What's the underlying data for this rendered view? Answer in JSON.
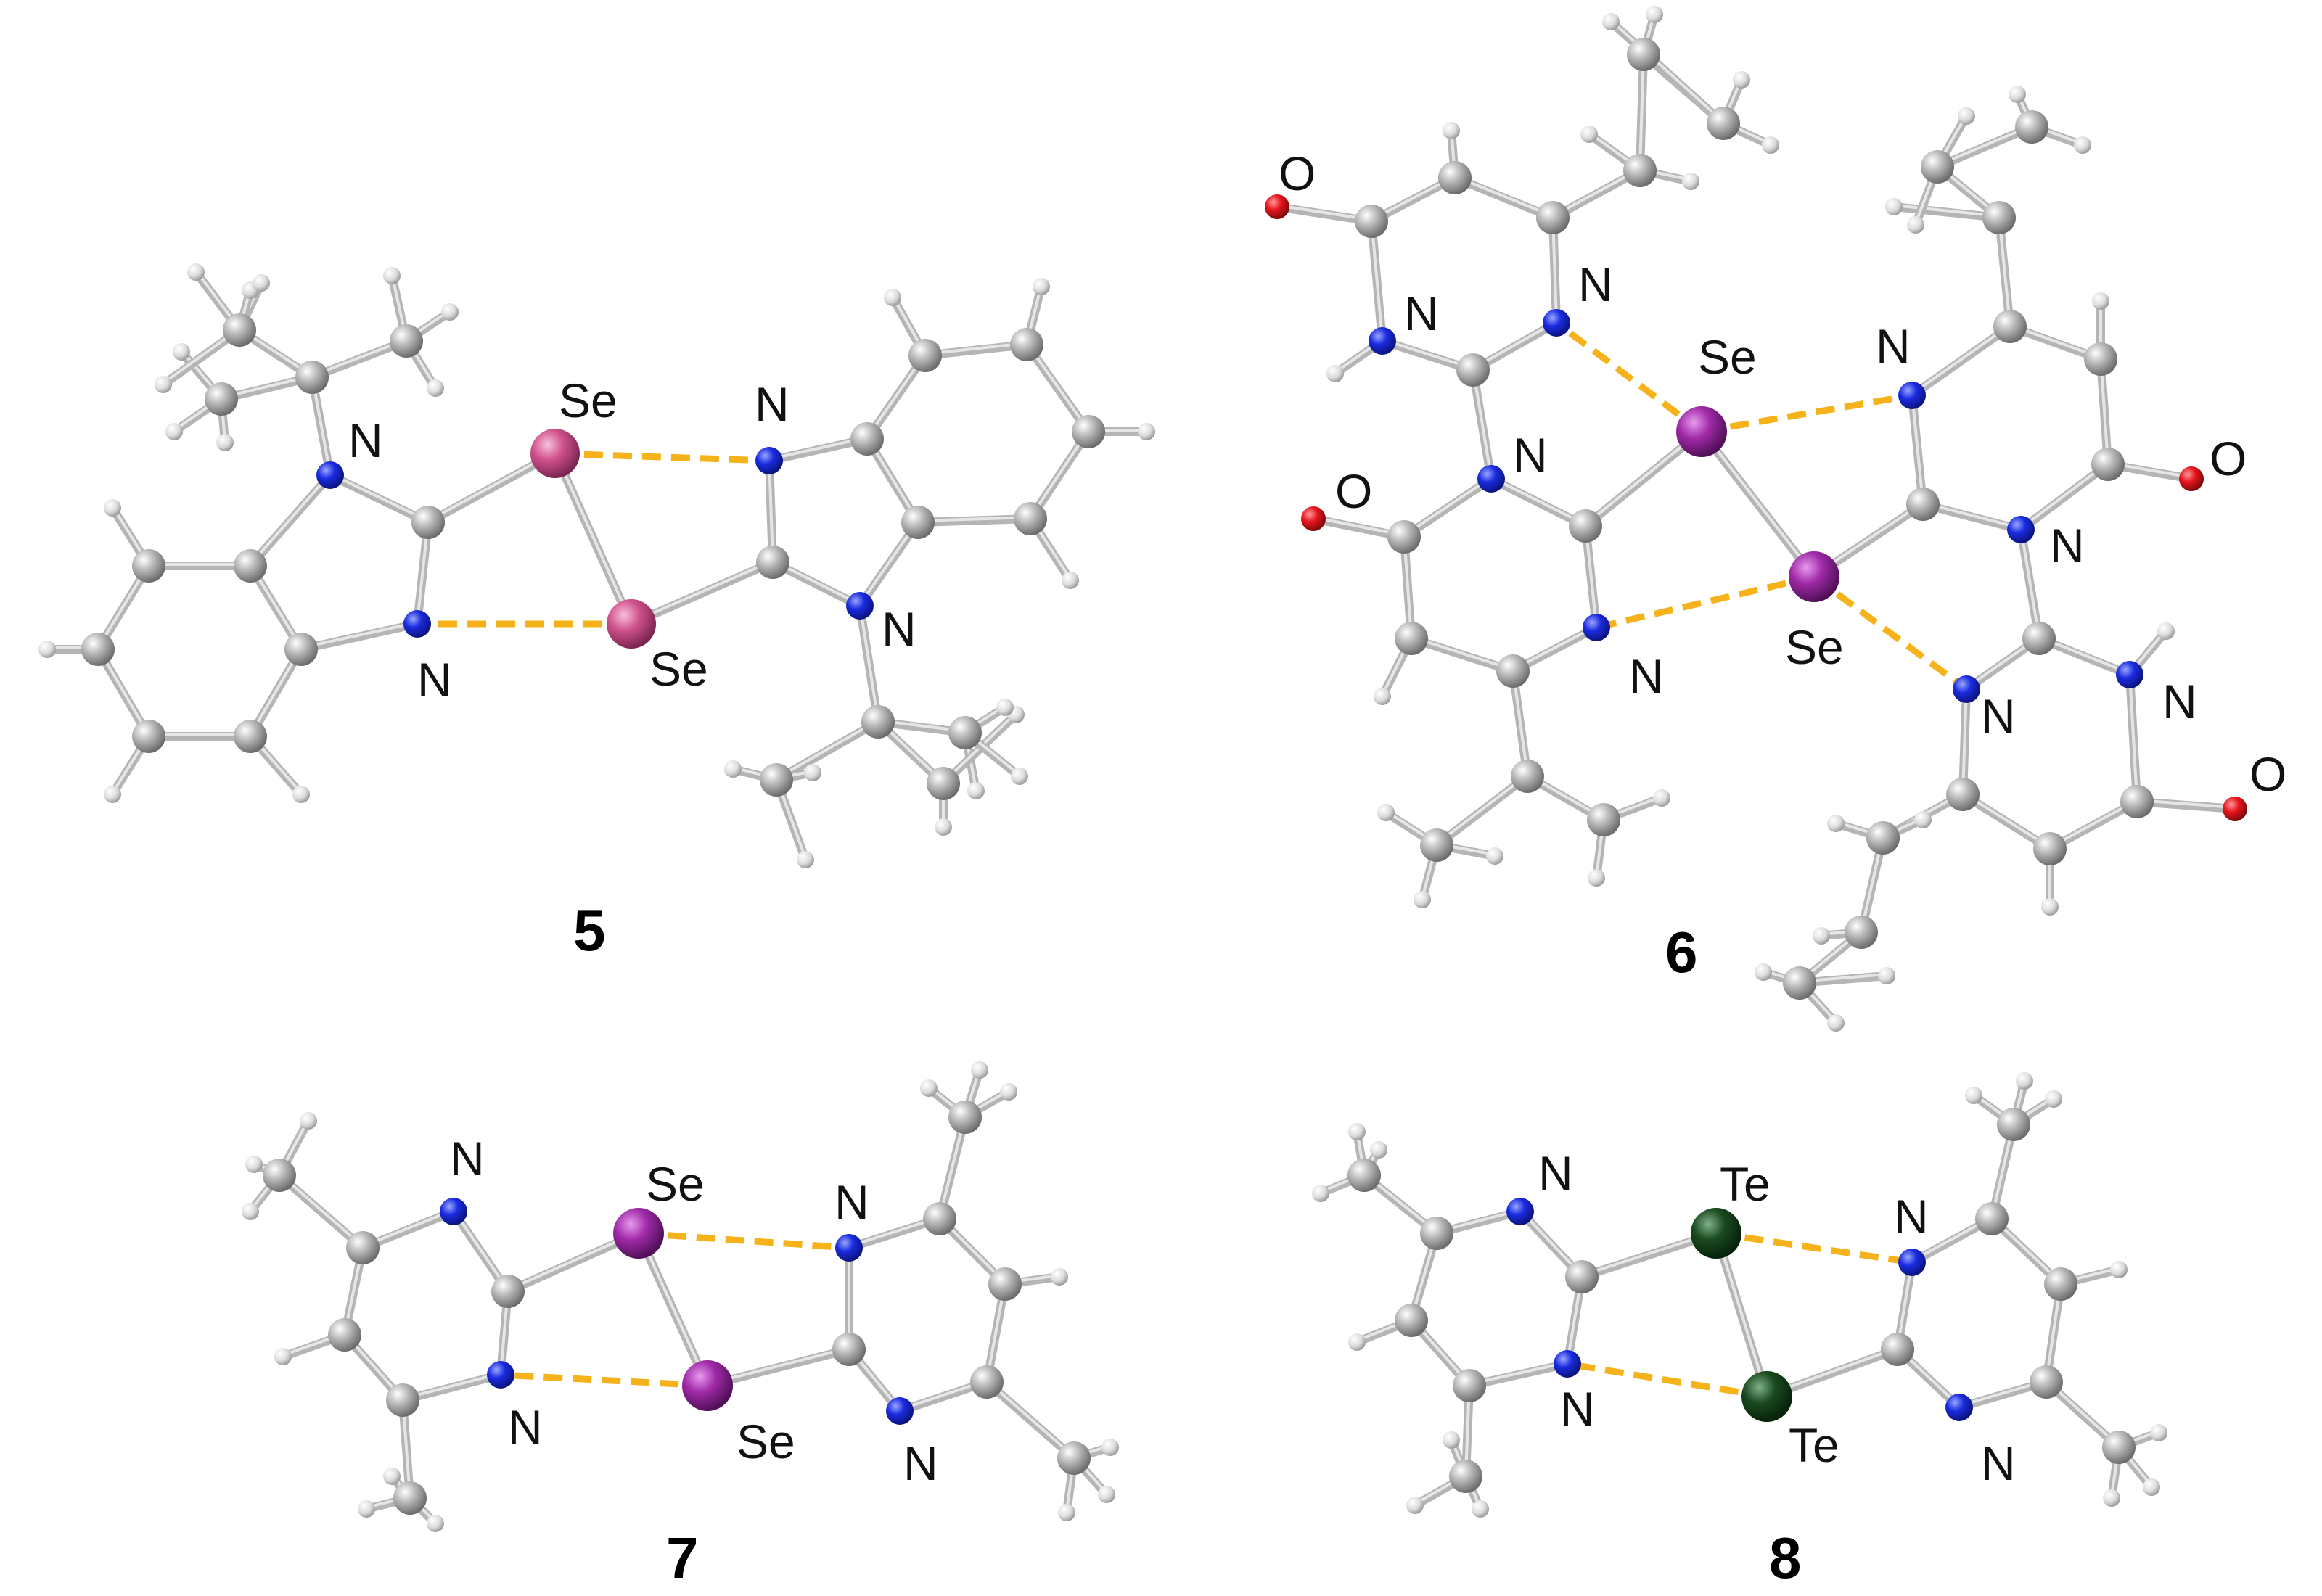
{
  "colors": {
    "carbon": "#a9a9a9",
    "hydrogen": "#eeeeee",
    "nitrogen": "#1a2be0",
    "oxygen": "#e8141e",
    "selenium_5": "#d0528c",
    "selenium": "#a02aa8",
    "tellurium": "#1a4a1f",
    "bond": "#b5b5b5",
    "contact": "#f5b21a"
  },
  "labels": {
    "nitrogen": "N",
    "oxygen": "O",
    "selenium": "Se",
    "tellurium": "Te"
  },
  "compounds": [
    "5",
    "6",
    "7",
    "8"
  ]
}
